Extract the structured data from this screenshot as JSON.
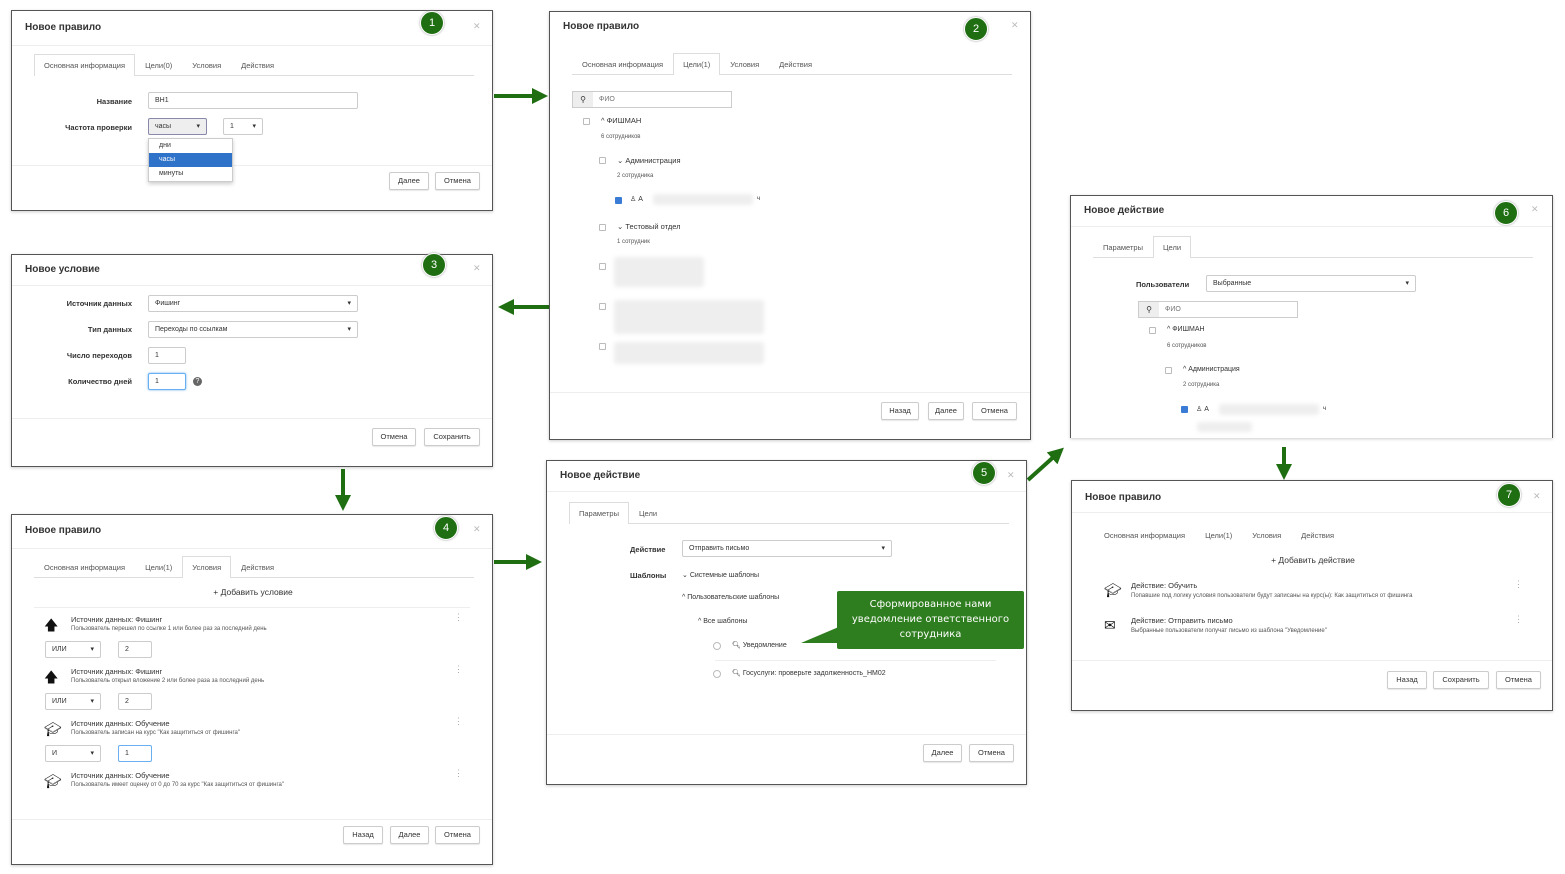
{
  "accent": "#1f6f12",
  "highlight": "#2f72c9",
  "p1": {
    "title": "Новое правило",
    "badge": "1",
    "tabs": [
      "Основная информация",
      "Цели(0)",
      "Условия",
      "Действия"
    ],
    "name_label": "Название",
    "name_value": "ВН1",
    "freq_label": "Частота проверки",
    "freq_value": "часы",
    "freq_num": "1",
    "options": [
      "дни",
      "часы",
      "минуты"
    ],
    "next": "Далее",
    "cancel": "Отмена"
  },
  "p2": {
    "title": "Новое правило",
    "badge": "2",
    "tabs": [
      "Основная информация",
      "Цели(1)",
      "Условия",
      "Действия"
    ],
    "search_placeholder": "ФИО",
    "org": "ФИШМАН",
    "org_count": "6 сотрудников",
    "dept1": "Администрация",
    "dept1_count": "2 сотрудника",
    "user1_start": "А",
    "user1_end": "ч",
    "dept2": "Тестовый отдел",
    "dept2_count": "1 сотрудник",
    "back": "Назад",
    "next": "Далее",
    "cancel": "Отмена"
  },
  "p3": {
    "title": "Новое условие",
    "badge": "3",
    "source_label": "Источник данных",
    "source_value": "Фишинг",
    "type_label": "Тип данных",
    "type_value": "Переходы по ссылкам",
    "clicks_label": "Число переходов",
    "clicks_value": "1",
    "days_label": "Количество дней",
    "days_value": "1",
    "cancel": "Отмена",
    "save": "Сохранить"
  },
  "p4": {
    "title": "Новое правило",
    "badge": "4",
    "tabs": [
      "Основная информация",
      "Цели(1)",
      "Условия",
      "Действия"
    ],
    "add": "Добавить условие",
    "conditions": [
      {
        "icon": "arrow-up-icon",
        "title": "Источник данных: Фишинг",
        "desc": "Пользователь перешел по ссылке 1 или более раз за последний день",
        "op": "ИЛИ",
        "num": "2"
      },
      {
        "icon": "arrow-up-icon",
        "title": "Источник данных: Фишинг",
        "desc": "Пользователь открыл вложение 2 или более раза за последний день",
        "op": "ИЛИ",
        "num": "2"
      },
      {
        "icon": "graduation-cap-icon",
        "title": "Источник данных: Обучение",
        "desc": "Пользователь записан на курс \"Как защититься от фишинга\"",
        "op": "И",
        "num": "1"
      },
      {
        "icon": "graduation-cap-icon",
        "title": "Источник данных: Обучение",
        "desc": "Пользователь имеет оценку от 0 до 70 за курс \"Как защититься от фишинга\""
      }
    ],
    "back": "Назад",
    "next": "Далее",
    "cancel": "Отмена"
  },
  "p5": {
    "title": "Новое действие",
    "badge": "5",
    "tabs": [
      "Параметры",
      "Цели"
    ],
    "action_label": "Действие",
    "action_value": "Отправить письмо",
    "templates_label": "Шаблоны",
    "sys": "Системные шаблоны",
    "user": "Пользовательские шаблоны",
    "all": "Все шаблоны",
    "t1": "Уведомление",
    "t2": "Госуслуги: проверьте задолженность_HM02",
    "callout": "Сформированное нами уведомление ответственного сотрудника",
    "next": "Далее",
    "cancel": "Отмена"
  },
  "p6": {
    "title": "Новое действие",
    "badge": "6",
    "tabs": [
      "Параметры",
      "Цели"
    ],
    "users_label": "Пользователи",
    "users_value": "Выбранные",
    "search_placeholder": "ФИО",
    "org": "ФИШМАН",
    "org_count": "6 сотрудников",
    "dept1": "Администрация",
    "dept1_count": "2 сотрудника",
    "user1_start": "А",
    "user1_end": "ч"
  },
  "p7": {
    "title": "Новое правило",
    "badge": "7",
    "tabs": [
      "Основная информация",
      "Цели(1)",
      "Условия",
      "Действия"
    ],
    "add": "Добавить действие",
    "actions": [
      {
        "icon": "graduation-cap-icon",
        "title": "Действие: Обучить",
        "desc": "Попавшие под логику условия пользователи будут записаны на курс(ы): Как защититься от фишинга"
      },
      {
        "icon": "envelope-icon",
        "title": "Действие: Отправить письмо",
        "desc": "Выбранные пользователи получат письмо из шаблона \"Уведомление\""
      }
    ],
    "back": "Назад",
    "save": "Сохранить",
    "cancel": "Отмена"
  }
}
